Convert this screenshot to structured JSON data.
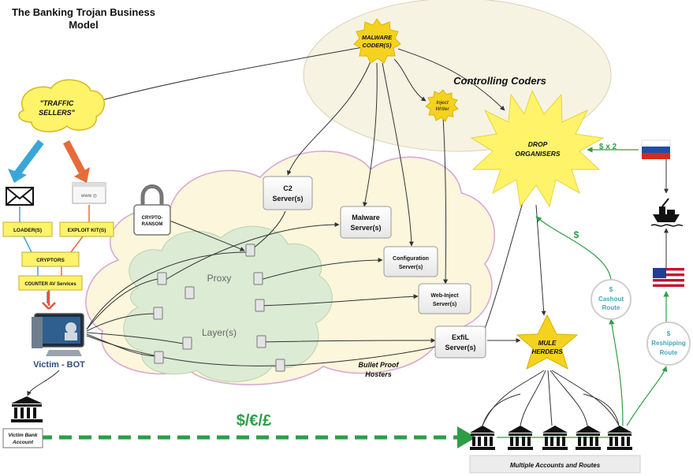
{
  "title_line1": "The Banking Trojan Business",
  "title_line2": "Model",
  "controlling_coders": "Controlling Coders",
  "malware_coders": [
    "MALWARE",
    "CODER(S)"
  ],
  "inject_writer": [
    "Inject",
    "Writer"
  ],
  "traffic_sellers": [
    "\"TRAFFIC",
    "SELLERS\""
  ],
  "drop_organisers": [
    "DROP",
    "ORGANISERS"
  ],
  "mule_herders": [
    "MULE",
    "HERDERS"
  ],
  "loader": "LOADER(S)",
  "exploit_kit": "EXPLOIT KIT(S)",
  "www_label": "www ◎",
  "cryptors": "CRYPTORS",
  "counter_av": "COUNTER AV Services",
  "crypto_ransom": [
    "CRYPTO-",
    "RANSOM"
  ],
  "servers": {
    "c2": [
      "C2",
      "Server(s)"
    ],
    "malware": [
      "Malware",
      "Server(s)"
    ],
    "config": [
      "Configuration",
      "Server(s)"
    ],
    "webinject": [
      "Web-Inject",
      "Server(s)"
    ],
    "exfil": [
      "ExfiL",
      "Server(s)"
    ]
  },
  "proxy": "Proxy",
  "layers": "Layer(s)",
  "bullet_proof": [
    "Bullet Proof",
    "Hosters"
  ],
  "victim_bot": "Victim - BOT",
  "victim_bank": [
    "Victim Bank",
    "Account"
  ],
  "money_flow": "$/€/£",
  "multiple_accounts": "Multiple Accounts and Routes",
  "cashout_route": [
    "$",
    "Cashout",
    "Route"
  ],
  "reshipping_route": [
    "$",
    "Reshipping",
    "Route"
  ],
  "dollar_x2": "$ x 2",
  "dollar": "$",
  "colors": {
    "green": "#2e9e46",
    "teal": "#46a6b8",
    "cloud_fill": "#fbf6dc",
    "cloud_stroke": "#d9a9d6",
    "inner_cloud": "#dcebd4",
    "star": "#fff36a",
    "cog": "#f5d21f"
  }
}
